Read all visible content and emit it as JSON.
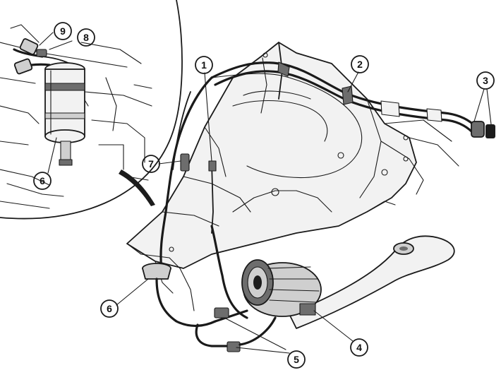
{
  "callouts": [
    {
      "id": "1",
      "text": "1"
    },
    {
      "id": "2",
      "text": "2"
    },
    {
      "id": "3",
      "text": "3"
    },
    {
      "id": "4",
      "text": "4"
    },
    {
      "id": "5",
      "text": "5"
    },
    {
      "id": "6a",
      "text": "6"
    },
    {
      "id": "6b",
      "text": "6"
    },
    {
      "id": "7",
      "text": "7"
    },
    {
      "id": "8",
      "text": "8"
    },
    {
      "id": "9",
      "text": "9"
    }
  ]
}
